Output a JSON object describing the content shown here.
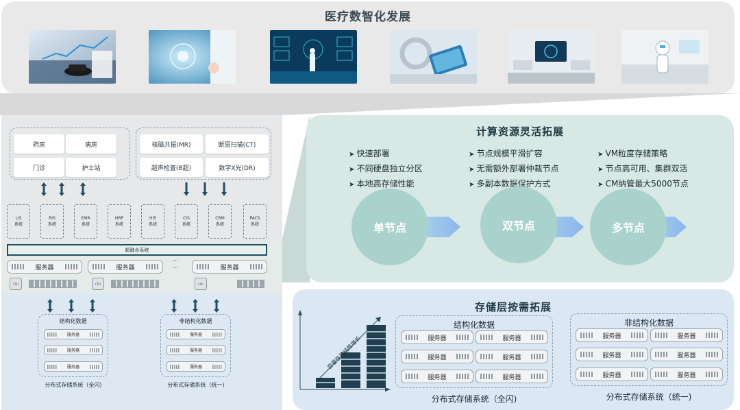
{
  "banner": {
    "title": "医疗数智化发展",
    "photos": [
      "医疗数据分析图片",
      "医疗科技界面图片",
      "智慧医疗全息图片",
      "医疗影像设备图片",
      "智慧病房图片",
      "医疗机器人图片"
    ]
  },
  "left_panel": {
    "departments": [
      "药房",
      "病房",
      "门诊",
      "护士站"
    ],
    "imaging": [
      "核磁共振(MR)",
      "断层扫描(CT)",
      "超声检查(B超)",
      "数字X光(DR)"
    ],
    "systems": [
      {
        "name": "LIS",
        "suffix": "系统"
      },
      {
        "name": "RIS",
        "suffix": "系统"
      },
      {
        "name": "EMR",
        "suffix": "系统"
      },
      {
        "name": "HRP",
        "suffix": "系统"
      },
      {
        "name": "HIS",
        "suffix": "系统"
      },
      {
        "name": "CIS",
        "suffix": "系统"
      },
      {
        "name": "CRM",
        "suffix": "系统"
      },
      {
        "name": "PACS",
        "suffix": "系统"
      }
    ],
    "hci_label": "超融合系统",
    "server_label": "服务器",
    "ellipsis": "···",
    "cpu_label": "CPU",
    "storage_groups": [
      {
        "title": "结构化数据",
        "server": "服务器",
        "caption": "分布式存储系统（全闪)"
      },
      {
        "title": "非结构化数据",
        "server": "服务器",
        "caption": "分布式存储系统（统一)"
      }
    ]
  },
  "compute_panel": {
    "title": "计算资源灵活拓展",
    "columns": [
      [
        "快速部署",
        "不同硬盘独立分区",
        "本地高存储性能"
      ],
      [
        "节点规模平滑扩容",
        "无需额外部署仲裁节点",
        "多副本数据保护方式"
      ],
      [
        "VM粒度存储策略",
        "节点高可用、集群双活",
        "CM纳管最大5000节点"
      ]
    ],
    "stages": [
      "单节点",
      "双节点",
      "多节点"
    ]
  },
  "storage_panel": {
    "title": "存储层按需拓展",
    "growth_label": "容量性能线性增长",
    "groups": [
      {
        "title": "结构化数据",
        "server": "服务器",
        "caption": "分布式存储系统（全闪)"
      },
      {
        "title": "非结构化数据",
        "server": "服务器",
        "caption": "分布式存储系统（统一)"
      }
    ]
  },
  "colors": {
    "teal_panel": "#d7e8e5",
    "blue_panel": "#dbe7f3",
    "circle": "#a9d2cc",
    "dark_arrow": "#1f4e5f"
  }
}
